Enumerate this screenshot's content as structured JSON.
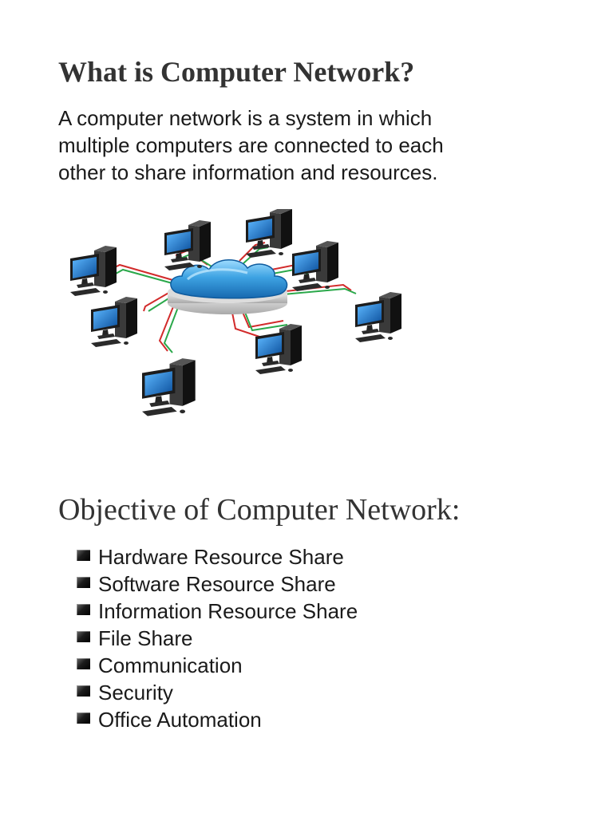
{
  "title": "What is Computer Network?",
  "intro": {
    "lines": [
      "A computer network is a system in which",
      "multiple computers are connected to each",
      "other to share information and resources."
    ]
  },
  "illustration": {
    "icon": "computer-network-cloud-illustration",
    "computer_count": 8,
    "colors": {
      "cloud": "#2f93d6",
      "cloud_light": "#8fd0f5",
      "cable_red": "#d22b2b",
      "cable_green": "#2aa84a",
      "screen": "#1f79c9",
      "tower": "#2a2a2a"
    }
  },
  "subtitle": "Objective of Computer Network:",
  "objectives": [
    {
      "label": "Hardware Resource Share"
    },
    {
      "label": "Software Resource Share"
    },
    {
      "label": "Information Resource Share"
    },
    {
      "label": "File Share"
    },
    {
      "label": "Communication"
    },
    {
      "label": "Security"
    },
    {
      "label": "Office Automation"
    }
  ]
}
